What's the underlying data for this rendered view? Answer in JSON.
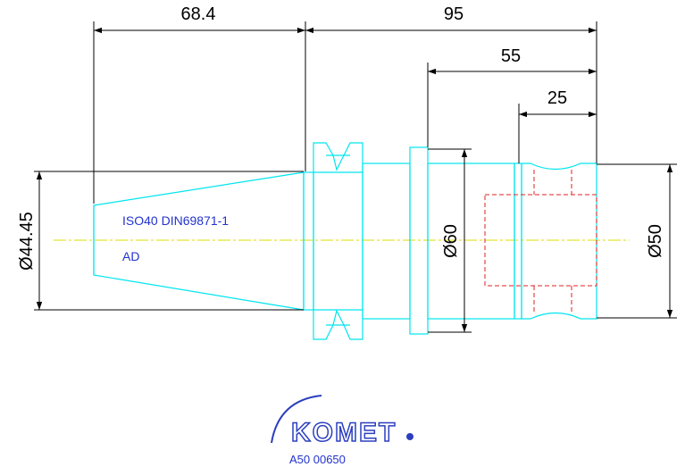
{
  "colors": {
    "outline": "#00e5ee",
    "dimension": "#000000",
    "centerline": "#dddd00",
    "hidden": "#e02020",
    "note": "#2233cc",
    "logo": "#2b3fbf"
  },
  "dimensions": {
    "cone_length": "68.4",
    "overall_length": "95",
    "body_length": "55",
    "groove_length": "25",
    "cone_diameter": "Ø44.45",
    "flange_diameter": "Ø60",
    "shank_diameter": "Ø50"
  },
  "notes": {
    "standard": "ISO40 DIN69871-1",
    "variant": "AD"
  },
  "logo": {
    "name": "KOMET",
    "code": "A50 00650"
  }
}
